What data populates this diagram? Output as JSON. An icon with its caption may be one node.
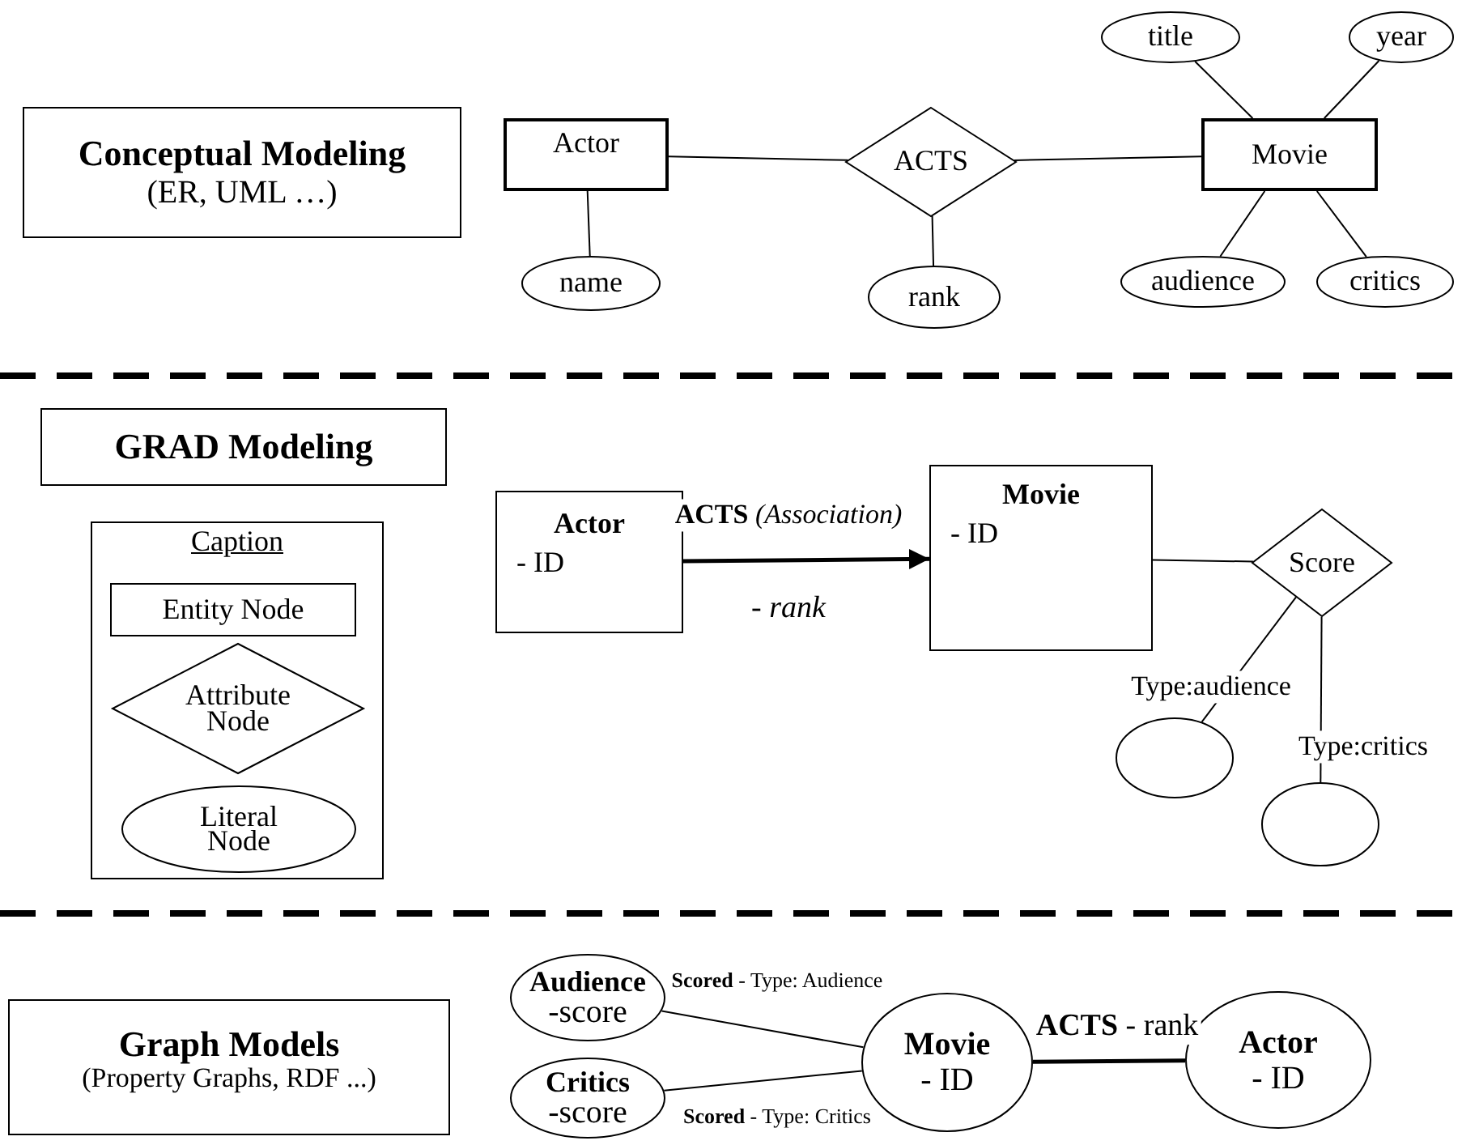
{
  "diagram": {
    "nodes": [
      {
        "text": [
          "Conceptual Modeling",
          "(ER, UML …)"
        ]
      },
      {
        "text": [
          "Actor"
        ]
      },
      {
        "text": [
          "ACTS"
        ]
      },
      {
        "text": [
          "Movie"
        ]
      },
      {
        "text": [
          "title"
        ]
      },
      {
        "text": [
          "year"
        ]
      },
      {
        "text": [
          "name"
        ]
      },
      {
        "text": [
          "rank"
        ]
      },
      {
        "text": [
          "audience"
        ]
      },
      {
        "text": [
          "critics"
        ]
      },
      {
        "text": [
          "GRAD Modeling"
        ]
      },
      {
        "text": [
          "Caption"
        ]
      },
      {
        "text": [
          "Entity Node"
        ],
        "in": 11
      },
      {
        "text": [
          "Attribute Node"
        ],
        "in": 11
      },
      {
        "text": [
          "Literal Node"
        ],
        "in": 11
      },
      {
        "text": [
          "Actor",
          "- ID"
        ]
      },
      {
        "text": [
          "Movie",
          "- ID"
        ]
      },
      {
        "text": [
          "Score"
        ]
      },
      {
        "text": [],
        "shape": "circle"
      },
      {
        "text": [],
        "shape": "circle"
      },
      {
        "text": [
          "Graph Models",
          "(Property Graphs, RDF ...)"
        ]
      },
      {
        "text": [
          "Audience",
          "-score"
        ]
      },
      {
        "text": [
          "Critics",
          "-score"
        ]
      },
      {
        "text": [
          "Movie",
          "- ID"
        ]
      },
      {
        "text": [
          "Actor",
          "- ID"
        ]
      }
    ],
    "edges": [
      {
        "from": 1,
        "to": 2,
        "arrow": "none"
      },
      {
        "from": 2,
        "to": 3,
        "arrow": "none"
      },
      {
        "from": 1,
        "to": 6,
        "arrow": "none"
      },
      {
        "from": 2,
        "to": 7,
        "arrow": "none"
      },
      {
        "from": 3,
        "to": 4,
        "arrow": "none"
      },
      {
        "from": 3,
        "to": 5,
        "arrow": "none"
      },
      {
        "from": 3,
        "to": 8,
        "arrow": "none"
      },
      {
        "from": 3,
        "to": 9,
        "arrow": "none"
      },
      {
        "from": 15,
        "to": 16,
        "arrow": "to",
        "style": "thick",
        "label": "**ACTS** *(Association)*"
      },
      {
        "from": 16,
        "to": 17,
        "arrow": "none"
      },
      {
        "from": 17,
        "to": 18,
        "arrow": "none",
        "label": "Type:audience"
      },
      {
        "from": 17,
        "to": 19,
        "arrow": "none",
        "label": "Type:critics"
      },
      {
        "from": 21,
        "to": 23,
        "arrow": "none",
        "label": "**Scored** - Type: Audience"
      },
      {
        "from": 22,
        "to": 23,
        "arrow": "none",
        "label": "**Scored** - Type: Critics"
      },
      {
        "from": 23,
        "to": 24,
        "arrow": "none",
        "style": "thick",
        "label": "**ACTS** - rank"
      }
    ],
    "labels": [
      "- rank"
    ]
  }
}
